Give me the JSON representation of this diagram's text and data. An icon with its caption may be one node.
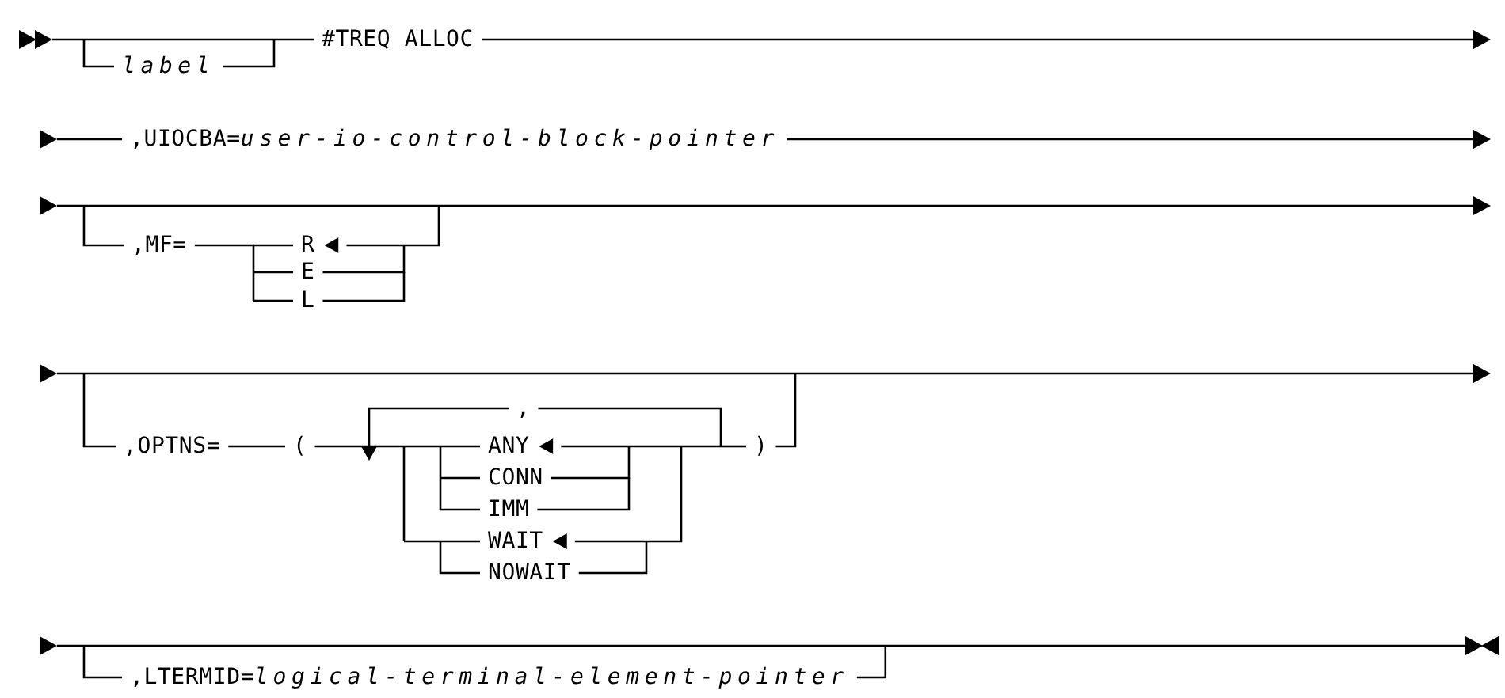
{
  "diagram": {
    "labels": [
      "#TREQ ALLOC",
      "label",
      ",UIOCBA=*user-io-control-block-pointer*",
      ",MF=",
      "R",
      "E",
      "L",
      ",",
      ",OPTNS=",
      "(",
      "ANY",
      ")",
      "CONN",
      "IMM",
      "WAIT",
      "NOWAIT",
      ",LTERMID=*logical-terminal-element-pointer*"
    ]
  }
}
